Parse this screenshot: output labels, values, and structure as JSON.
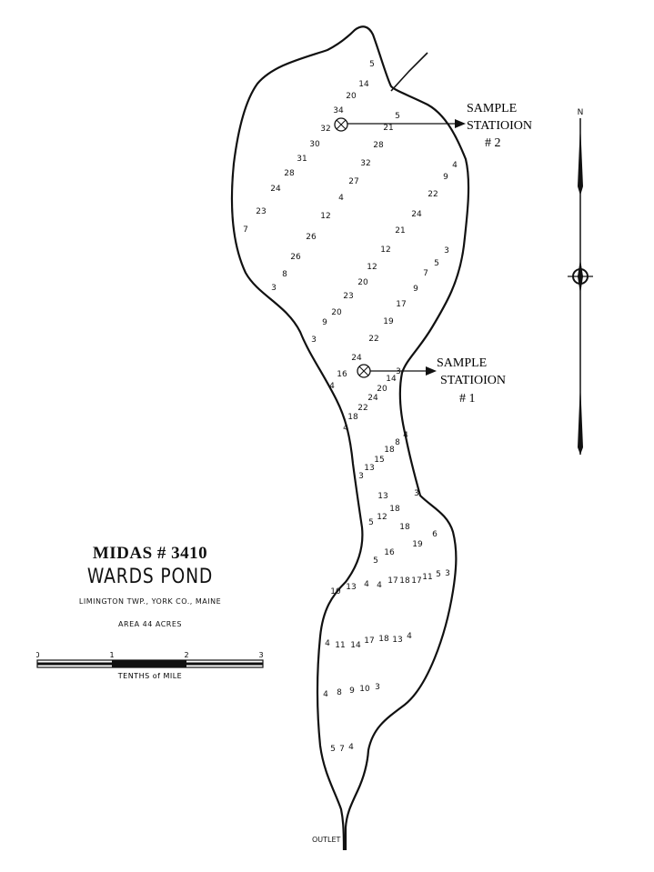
{
  "title": {
    "midas": "MIDAS # 3410",
    "pond_name": "WARDS POND",
    "location": "LIMINGTON TWP., YORK CO., MAINE",
    "area": "AREA 44 ACRES"
  },
  "scale_bar": {
    "ticks": [
      "0",
      "1",
      "2",
      "3"
    ],
    "unit_label": "TENTHS of MILE"
  },
  "stations": [
    {
      "line1": "SAMPLE",
      "line2": "STATIOION",
      "line3": "# 2"
    },
    {
      "line1": "SAMPLE",
      "line2": "STATIOION",
      "line3": "# 1"
    }
  ],
  "north_label": "N",
  "outlet_label": "OUTLET",
  "depths": [
    {
      "v": "5"
    },
    {
      "v": "14"
    },
    {
      "v": "20"
    },
    {
      "v": "34"
    },
    {
      "v": "32"
    },
    {
      "v": "21"
    },
    {
      "v": "5"
    },
    {
      "v": "30"
    },
    {
      "v": "28"
    },
    {
      "v": "31"
    },
    {
      "v": "32"
    },
    {
      "v": "28"
    },
    {
      "v": "4"
    },
    {
      "v": "9"
    },
    {
      "v": "24"
    },
    {
      "v": "27"
    },
    {
      "v": "22"
    },
    {
      "v": "23"
    },
    {
      "v": "4"
    },
    {
      "v": "12"
    },
    {
      "v": "24"
    },
    {
      "v": "7"
    },
    {
      "v": "26"
    },
    {
      "v": "21"
    },
    {
      "v": "12"
    },
    {
      "v": "3"
    },
    {
      "v": "26"
    },
    {
      "v": "5"
    },
    {
      "v": "8"
    },
    {
      "v": "12"
    },
    {
      "v": "7"
    },
    {
      "v": "3"
    },
    {
      "v": "20"
    },
    {
      "v": "9"
    },
    {
      "v": "23"
    },
    {
      "v": "17"
    },
    {
      "v": "20"
    },
    {
      "v": "9"
    },
    {
      "v": "19"
    },
    {
      "v": "3"
    },
    {
      "v": "22"
    },
    {
      "v": "24"
    },
    {
      "v": "3"
    },
    {
      "v": "16"
    },
    {
      "v": "14"
    },
    {
      "v": "4"
    },
    {
      "v": "20"
    },
    {
      "v": "24"
    },
    {
      "v": "22"
    },
    {
      "v": "18"
    },
    {
      "v": "4"
    },
    {
      "v": "4"
    },
    {
      "v": "8"
    },
    {
      "v": "18"
    },
    {
      "v": "15"
    },
    {
      "v": "13"
    },
    {
      "v": "3"
    },
    {
      "v": "13"
    },
    {
      "v": "18"
    },
    {
      "v": "3"
    },
    {
      "v": "5"
    },
    {
      "v": "12"
    },
    {
      "v": "6"
    },
    {
      "v": "18"
    },
    {
      "v": "19"
    },
    {
      "v": "16"
    },
    {
      "v": "5"
    },
    {
      "v": "3"
    },
    {
      "v": "5"
    },
    {
      "v": "11"
    },
    {
      "v": "17"
    },
    {
      "v": "18"
    },
    {
      "v": "17"
    },
    {
      "v": "4"
    },
    {
      "v": "4"
    },
    {
      "v": "13"
    },
    {
      "v": "10"
    },
    {
      "v": "4"
    },
    {
      "v": "11"
    },
    {
      "v": "14"
    },
    {
      "v": "17"
    },
    {
      "v": "18"
    },
    {
      "v": "13"
    },
    {
      "v": "4"
    },
    {
      "v": "4"
    },
    {
      "v": "8"
    },
    {
      "v": "9"
    },
    {
      "v": "10"
    },
    {
      "v": "3"
    },
    {
      "v": "5"
    },
    {
      "v": "7"
    },
    {
      "v": "4"
    }
  ]
}
